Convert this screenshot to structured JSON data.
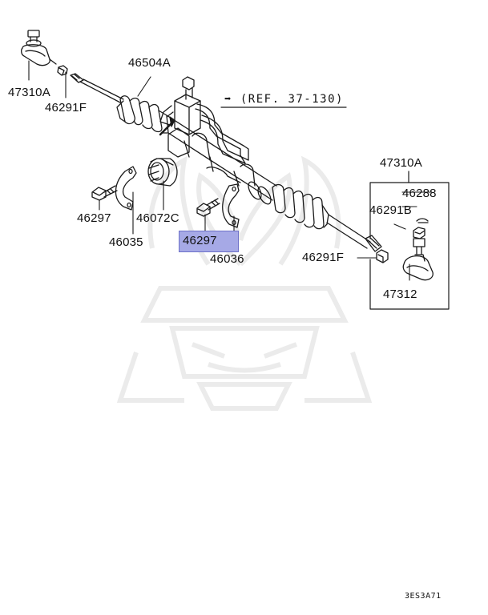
{
  "reference": {
    "arrow": "➡",
    "text": "(REF. 37-130)"
  },
  "labels": {
    "tie_rod_end_left": "47310A",
    "nut_left": "46291F",
    "gear_assembly": "46504A",
    "bolt_left": "46297",
    "bracket_left": "46035",
    "bushing": "46072C",
    "bolt_right": "46297",
    "bracket_right": "46036",
    "nut_right": "46291F",
    "tie_rod_end_right": "47310A",
    "pin": "46288",
    "castle_nut": "46291B",
    "ball_joint": "47312"
  },
  "highlight_label": "bolt_right",
  "diagram_code": "3ES3A71",
  "colors": {
    "highlight": "#a6a9e6",
    "line": "#1a1a1a",
    "watermark": "#ebebeb"
  }
}
